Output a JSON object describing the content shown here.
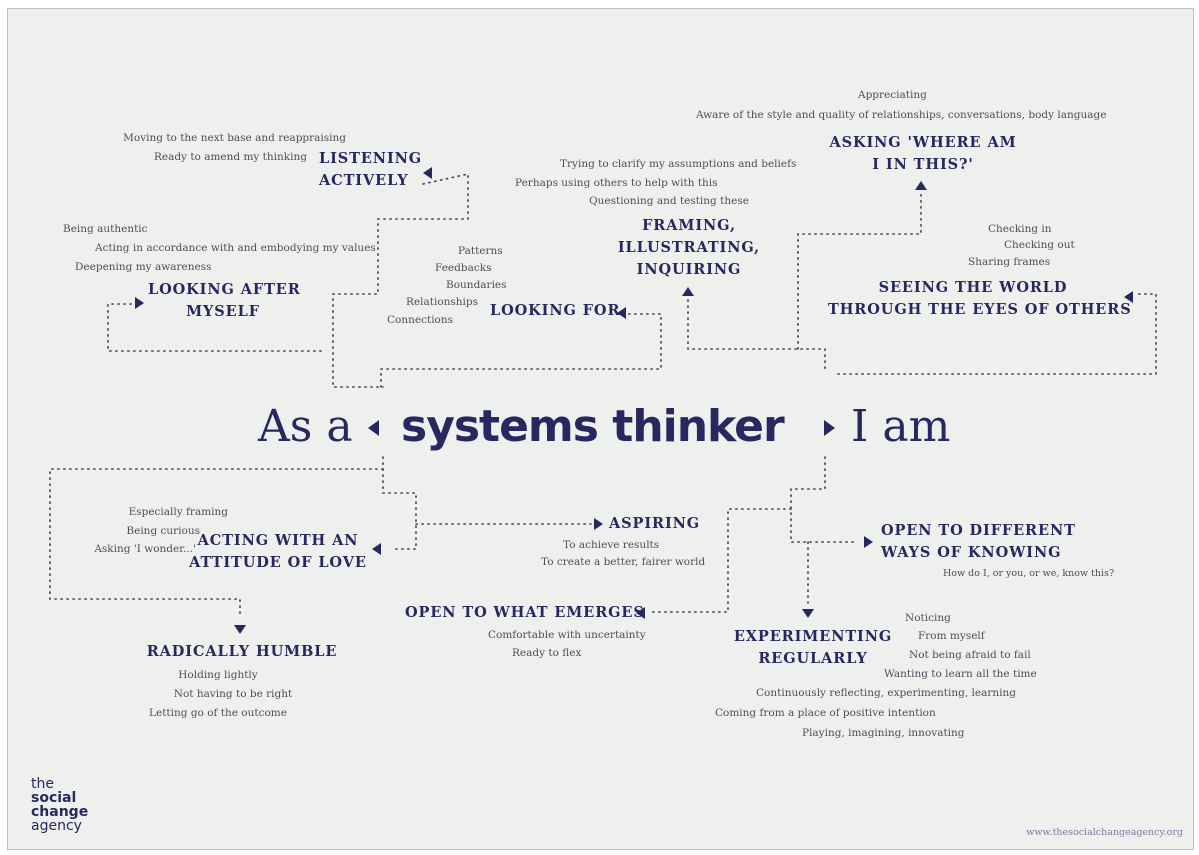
{
  "central": {
    "left": "As a",
    "middle": "systems thinker",
    "right": "I am"
  },
  "listening": {
    "title": [
      "LISTENING",
      "ACTIVELY"
    ],
    "notes": [
      "Moving to the next base and reappraising",
      "Ready to amend my thinking"
    ]
  },
  "looking_after": {
    "title": [
      "LOOKING AFTER",
      "MYSELF"
    ],
    "notes": [
      "Being authentic",
      "Acting in accordance with and embodying my values",
      "Deepening my awareness"
    ]
  },
  "looking_for": {
    "title": "LOOKING FOR",
    "notes": [
      "Patterns",
      "Feedbacks",
      "Boundaries",
      "Relationships",
      "Connections"
    ]
  },
  "framing": {
    "title": [
      "FRAMING,",
      "ILLUSTRATING,",
      "INQUIRING"
    ],
    "notes": [
      "Trying to clarify my assumptions and beliefs",
      "Perhaps using others to help with this",
      "Questioning and testing these"
    ]
  },
  "asking": {
    "title": [
      "ASKING 'WHERE AM",
      "I IN THIS?'"
    ],
    "notes": [
      "Appreciating",
      "Aware of the style and quality of relationships, conversations, body language"
    ]
  },
  "seeing": {
    "title": [
      "SEEING THE WORLD",
      "THROUGH THE EYES OF OTHERS"
    ],
    "notes": [
      "Checking in",
      "Checking out",
      "Sharing frames"
    ]
  },
  "acting": {
    "title": [
      "ACTING WITH AN",
      "ATTITUDE OF LOVE"
    ],
    "notes": [
      "Especially framing",
      "Being curious",
      "Asking 'I wonder...'"
    ]
  },
  "aspiring": {
    "title": "ASPIRING",
    "notes": [
      "To achieve results",
      "To create a better, fairer world"
    ]
  },
  "open_knowing": {
    "title": [
      "OPEN TO DIFFERENT",
      "WAYS OF KNOWING"
    ],
    "notes": [
      "How do I, or you, or we, know this?"
    ]
  },
  "humble": {
    "title": "RADICALLY HUMBLE",
    "notes": [
      "Holding lightly",
      "Not having to be right",
      "Letting go of the outcome"
    ]
  },
  "emerges": {
    "title": "OPEN TO WHAT EMERGES",
    "notes": [
      "Comfortable with uncertainty",
      "Ready to flex"
    ]
  },
  "experimenting": {
    "title": [
      "EXPERIMENTING",
      "REGULARLY"
    ],
    "notes": [
      "Noticing",
      "From myself",
      "Not being afraid to fail",
      "Wanting to learn all the time",
      "Continuously reflecting, experimenting, learning",
      "Coming from a place of positive intention",
      "Playing, imagining, innovating"
    ]
  },
  "logo": [
    "the",
    "social",
    "change",
    "agency"
  ],
  "url": "www.thesocialchangeagency.org",
  "colors": {
    "background": "#eef0ee",
    "heading": "#2a2660",
    "note_text": "#4d4e5a",
    "connector": "#3a3a55"
  }
}
